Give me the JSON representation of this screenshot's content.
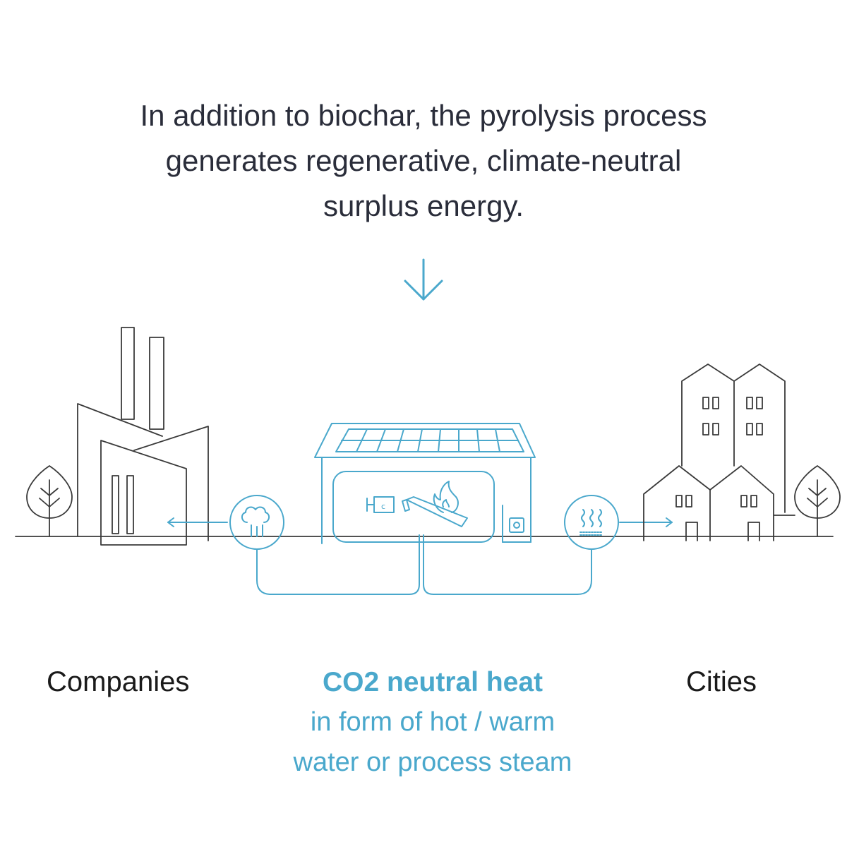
{
  "headline": {
    "line1": "In addition to biochar, the pyrolysis process",
    "line2": "generates regenerative, climate-neutral",
    "line3": "surplus energy."
  },
  "labels": {
    "companies": "Companies",
    "cities": "Cities",
    "center_main": "CO2 neutral heat",
    "center_sub1": "in form of hot / warm",
    "center_sub2": "water or process steam"
  },
  "icons": {
    "arrow": "arrow-down-icon",
    "steam": "steam-icon",
    "heating": "heating-icon",
    "factory": "factory-icon",
    "plant": "pyrolysis-plant-icon",
    "houses": "houses-icon",
    "tree": "tree-icon"
  },
  "colors": {
    "accent": "#4aa8cc",
    "outline": "#3a3a3a",
    "text": "#2a2d3a"
  }
}
